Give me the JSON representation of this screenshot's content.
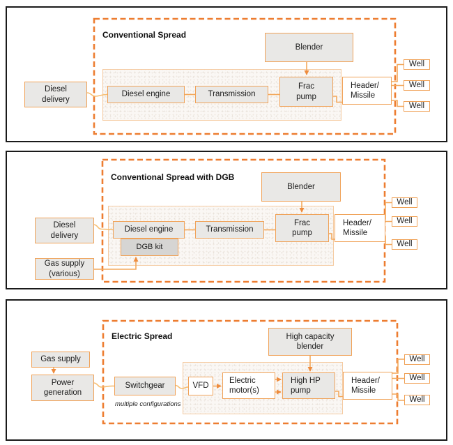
{
  "colors": {
    "panel_border": "#1a1a1a",
    "dashed_border": "#ED7D31",
    "box_border": "#F0A258",
    "container_border": "#F5CBA2",
    "box_fill": "#e9e8e6",
    "box_fill_dark": "#d6d5d3",
    "white_fill": "#ffffff",
    "connector": "#F3A85C",
    "connector_soft": "#F7BE72",
    "arrow": "#EE8C3E"
  },
  "panels": [
    {
      "title": "Conventional Spread",
      "nodes": {
        "diesel_delivery": "Diesel\ndelivery",
        "diesel_engine": "Diesel engine",
        "transmission": "Transmission",
        "frac_pump": "Frac\npump",
        "blender": "Blender",
        "header_missile": "Header/\nMissile"
      },
      "wells": [
        "Well",
        "Well",
        "Well"
      ]
    },
    {
      "title": "Conventional Spread with DGB",
      "nodes": {
        "diesel_delivery": "Diesel\ndelivery",
        "gas_supply": "Gas supply\n(various)",
        "diesel_engine": "Diesel engine",
        "dgb_kit": "DGB kit",
        "transmission": "Transmission",
        "frac_pump": "Frac\npump",
        "blender": "Blender",
        "header_missile": "Header/\nMissile"
      },
      "wells": [
        "Well",
        "Well",
        "Well"
      ]
    },
    {
      "title": "Electric Spread",
      "nodes": {
        "gas_supply": "Gas supply",
        "power_generation": "Power\ngeneration",
        "switchgear": "Switchgear",
        "vfd": "VFD",
        "electric_motors": "Electric\nmotor(s)",
        "high_hp_pump": "High HP\npump",
        "high_capacity_blender": "High capacity\nblender",
        "header_missile": "Header/\nMissile"
      },
      "note": "multiple configurations",
      "wells": [
        "Well",
        "Well",
        "Well"
      ]
    }
  ]
}
